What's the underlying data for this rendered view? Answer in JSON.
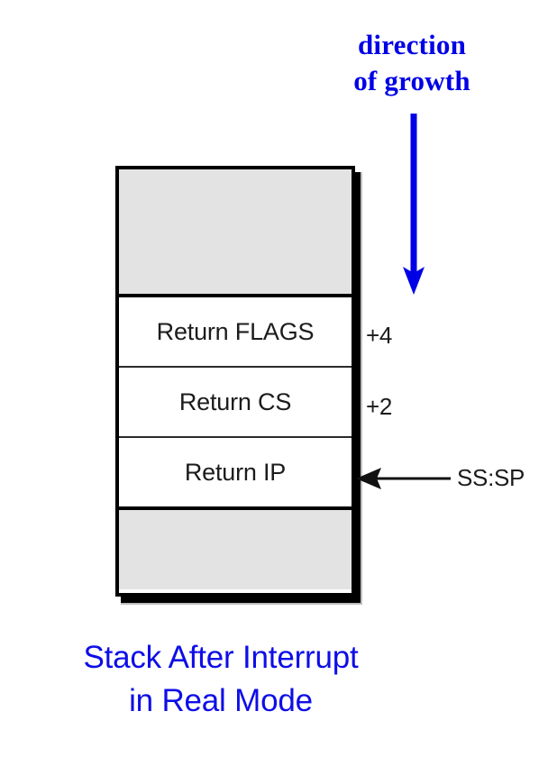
{
  "figure": {
    "caption": "Stack After Interrupt\nin Real Mode",
    "caption_color": "#0e0ee8"
  },
  "annotations": {
    "growth": {
      "text": "direction\nof growth",
      "color": "#0000e6",
      "arrow_icon": "down-arrow-icon",
      "arrow_direction": "down"
    },
    "stack_pointer": {
      "label": "SS:SP",
      "arrow_icon": "left-arrow-icon",
      "arrow_direction": "left",
      "points_to": "Return IP"
    }
  },
  "stack": {
    "border_color": "#000000",
    "empty_fill": "#e3e3e3",
    "cells": [
      {
        "label": "",
        "offset": "",
        "state": "empty"
      },
      {
        "label": "Return FLAGS",
        "offset": "+4",
        "state": "used"
      },
      {
        "label": "Return CS",
        "offset": "+2",
        "state": "used"
      },
      {
        "label": "Return IP",
        "offset": "",
        "state": "used"
      },
      {
        "label": "",
        "offset": "",
        "state": "empty"
      }
    ],
    "offsets": {
      "flags": "+4",
      "cs": "+2"
    }
  }
}
